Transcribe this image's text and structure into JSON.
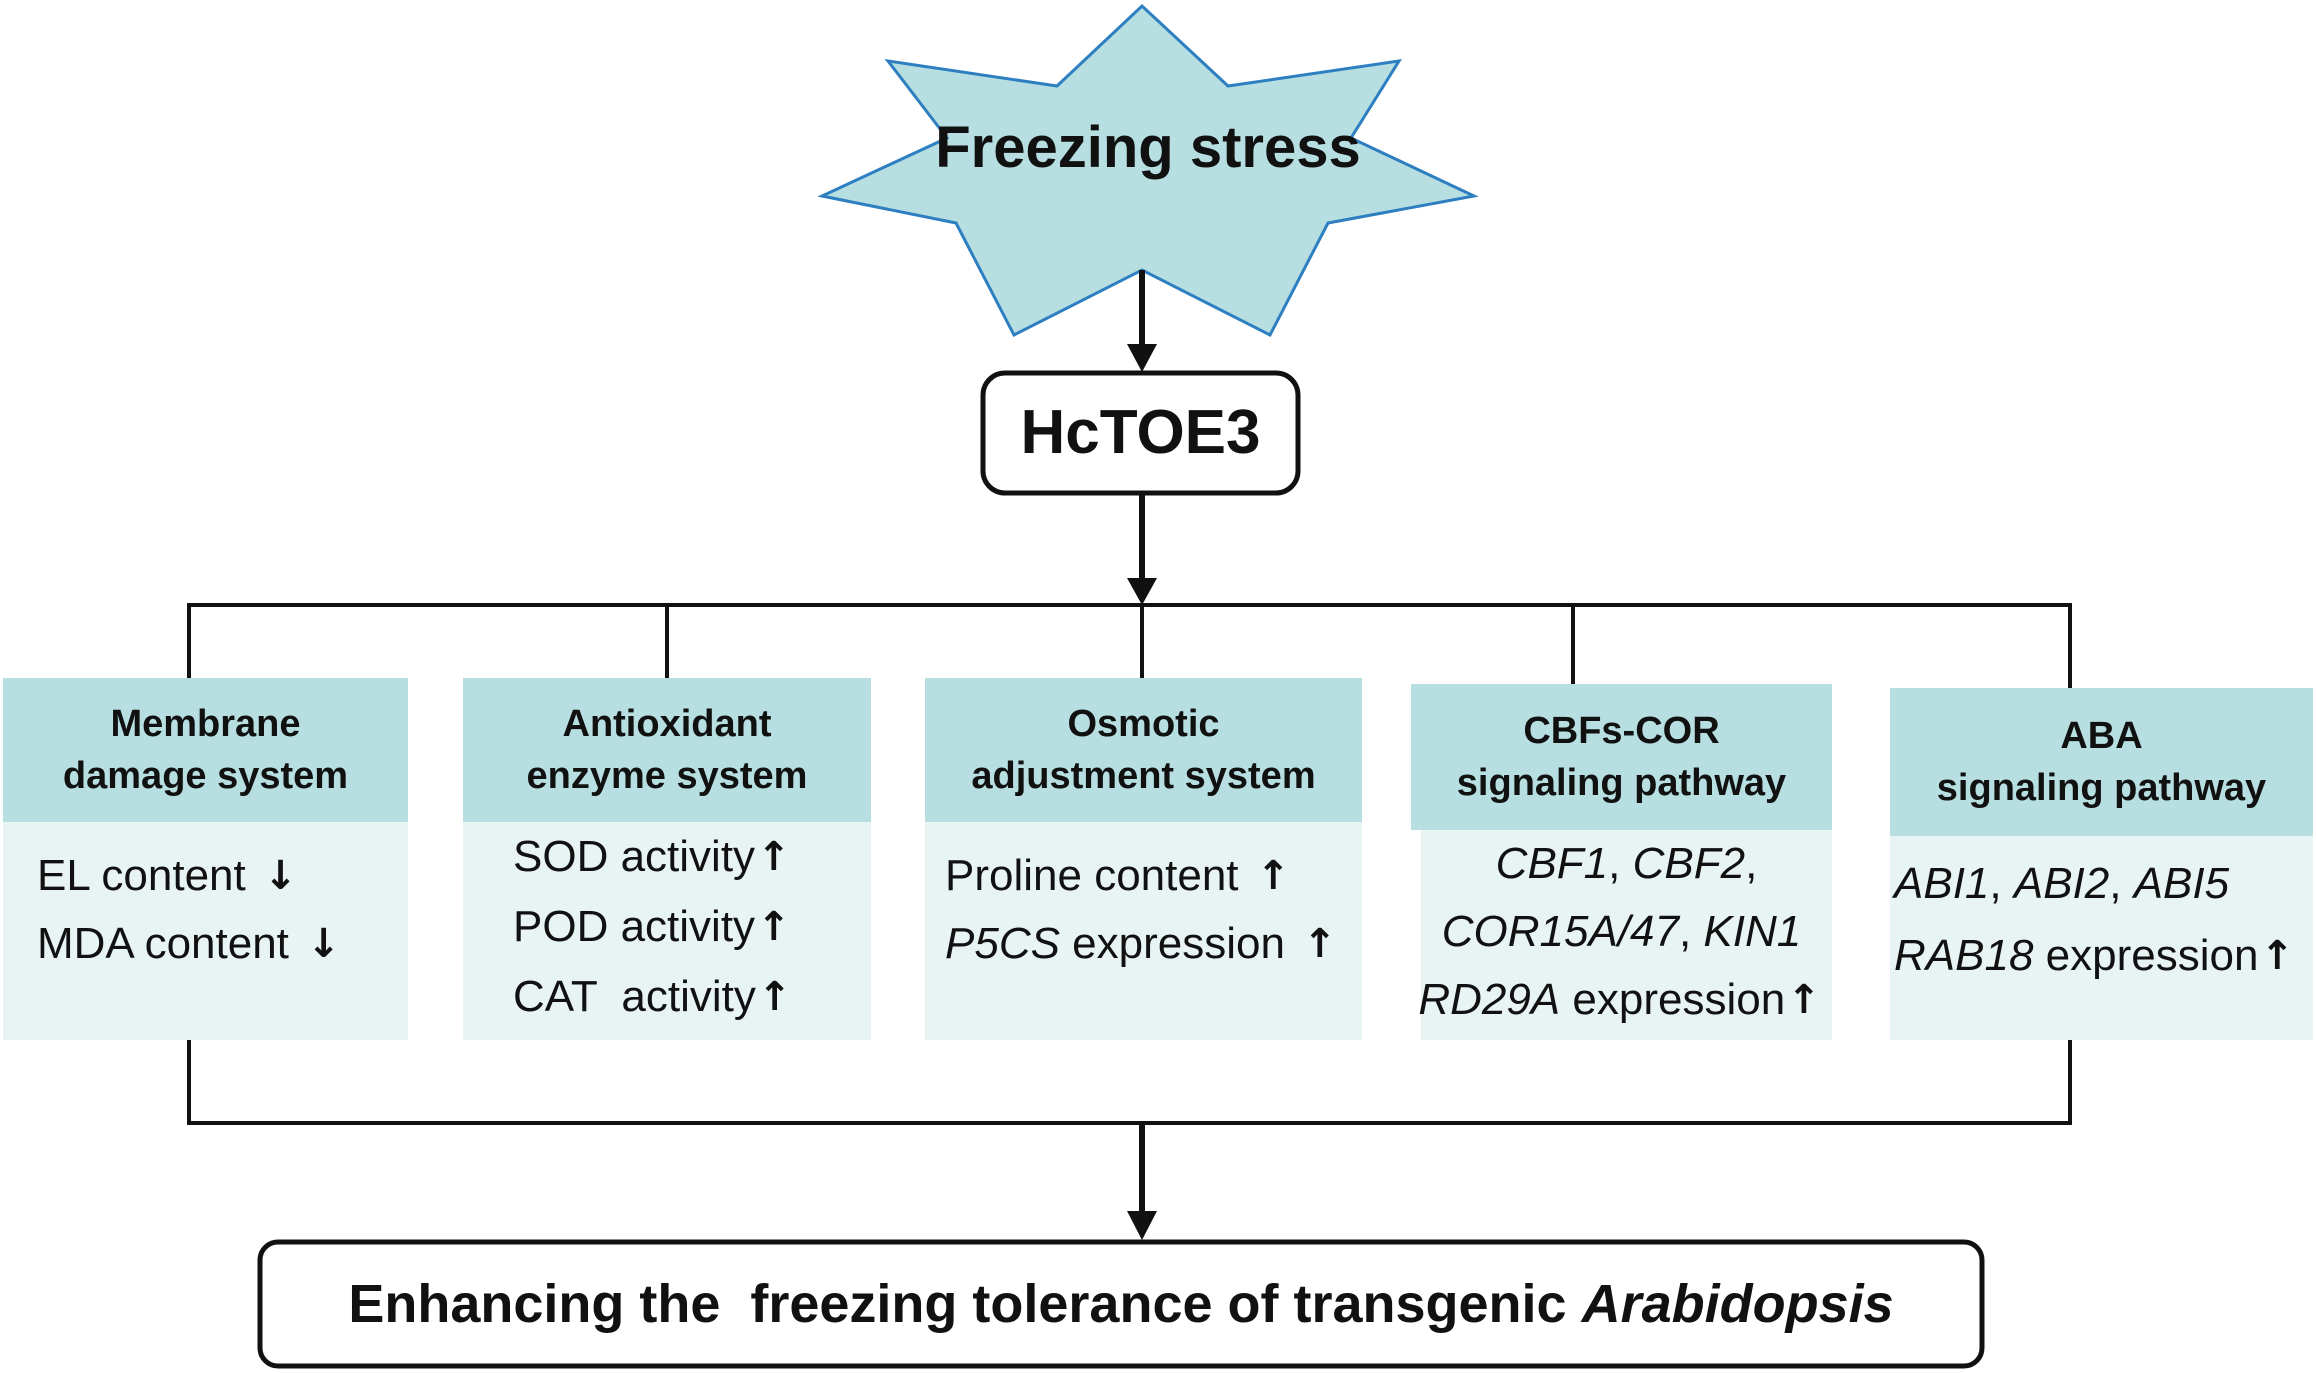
{
  "top": {
    "label": "Freezing stress",
    "fill": "#b7dfe1",
    "stroke": "#2e7fc1"
  },
  "gene": {
    "label": "HcTOE3"
  },
  "boxes": {
    "membrane": {
      "title1": "Membrane",
      "title2": "damage system",
      "l1": "EL content",
      "l2": "MDA content"
    },
    "antioxidant": {
      "title1": "Antioxidant",
      "title2": "enzyme system",
      "l1": "SOD activity",
      "l2": "POD activity",
      "l3": "CAT  activity"
    },
    "osmotic": {
      "title1": "Osmotic",
      "title2": "adjustment system",
      "l1": "Proline content",
      "l2a": "P5CS",
      "l2b": " expression"
    },
    "cbf": {
      "title1": "CBFs-COR",
      "title2": "signaling pathway",
      "l1a": "CBF1",
      "l1b": ", ",
      "l1c": "CBF2",
      "l1d": ",",
      "l2a": "COR15A/47",
      "l2b": ", ",
      "l2c": "KIN1",
      "l3a": "RD29A",
      "l3b": " expression"
    },
    "aba": {
      "title1": "ABA",
      "title2": "signaling pathway",
      "l1a": "ABI1",
      "l1b": ", ",
      "l1c": "ABI2",
      "l1d": ", ",
      "l1e": "ABI5",
      "l2a": "RAB18",
      "l2b": " expression"
    }
  },
  "arrows": {
    "up": "↑",
    "down": "↓"
  },
  "result": {
    "prefix": "Enhancing the  freezing tolerance of transgenic ",
    "species": "Arabidopsis"
  },
  "colors": {
    "header": "#b7dfe1",
    "body": "#e8f4f4",
    "line": "#111111"
  }
}
